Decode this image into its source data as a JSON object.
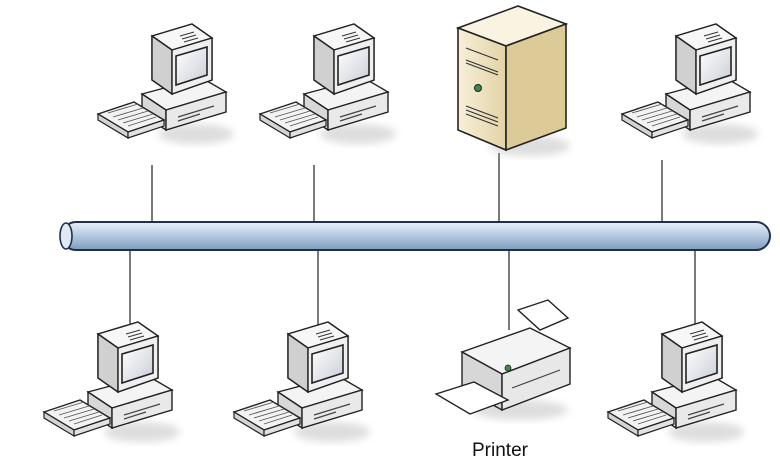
{
  "diagram": {
    "topology": "bus",
    "nodes": [
      {
        "id": "pc-top-1",
        "type": "computer",
        "label": ""
      },
      {
        "id": "pc-top-2",
        "type": "computer",
        "label": ""
      },
      {
        "id": "server",
        "type": "server",
        "label": ""
      },
      {
        "id": "pc-top-4",
        "type": "computer",
        "label": ""
      },
      {
        "id": "pc-bottom-1",
        "type": "computer",
        "label": ""
      },
      {
        "id": "pc-bottom-2",
        "type": "computer",
        "label": ""
      },
      {
        "id": "printer",
        "type": "printer",
        "label": "Printer"
      },
      {
        "id": "pc-bottom-4",
        "type": "computer",
        "label": ""
      }
    ],
    "colors": {
      "bus_fill": "#b7cde3",
      "bus_stroke": "#1f2f4a",
      "server_fill": "#efe2bf",
      "device_stroke": "#222222"
    }
  }
}
